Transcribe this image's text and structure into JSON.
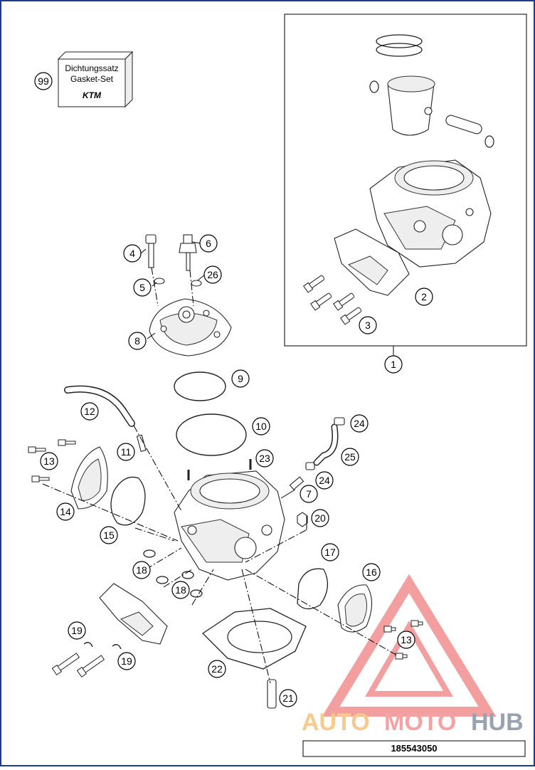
{
  "gasket_set_box": {
    "line1": "Dichtungssatz",
    "line2": "Gasket-Set",
    "logo": "KTM"
  },
  "callouts": {
    "c1": "1",
    "c2": "2",
    "c3": "3",
    "c4": "4",
    "c5": "5",
    "c6": "6",
    "c7": "7",
    "c8": "8",
    "c9": "9",
    "c10": "10",
    "c11": "11",
    "c12": "12",
    "c13a": "13",
    "c13b": "13",
    "c14": "14",
    "c15": "15",
    "c16": "16",
    "c17": "17",
    "c18a": "18",
    "c18b": "18",
    "c19a": "19",
    "c19b": "19",
    "c20": "20",
    "c21": "21",
    "c22": "22",
    "c23": "23",
    "c24a": "24",
    "c24b": "24",
    "c25": "25",
    "c26": "26",
    "c99": "99"
  },
  "watermark": {
    "part1": "AUTO",
    "part2": "MOTO",
    "part3": "HUB",
    "colors": {
      "auto": "#f7c98a",
      "moto": "#f4a3a3",
      "hub": "#9aa2b0",
      "triangle": "#f08080"
    }
  },
  "footer": {
    "drawing_number": "185543050"
  },
  "colors": {
    "frame": "#1e3a8a",
    "ink": "#000000"
  }
}
